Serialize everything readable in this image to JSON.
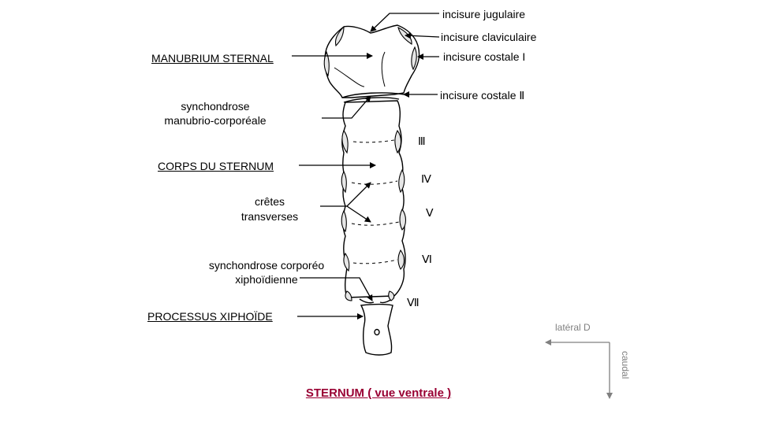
{
  "labels": {
    "incisure_jugulaire": "incisure jugulaire",
    "incisure_claviculaire": "incisure claviculaire",
    "incisure_costale_1": "incisure costale I",
    "incisure_costale_2": "incisure costale Ⅱ",
    "manubrium": "MANUBRIUM STERNAL",
    "synchondrose_mc_1": "synchondrose",
    "synchondrose_mc_2": "manubrio-corporéale",
    "corps": "CORPS DU STERNUM",
    "cretes_1": "crêtes",
    "cretes_2": "transverses",
    "synchondrose_cx_1": "synchondrose  corporéo",
    "synchondrose_cx_2": "xiphoïdienne",
    "processus": "PROCESSUS XIPHOÏDE",
    "roman_3": "Ⅲ",
    "roman_4": "Ⅳ",
    "roman_5": "Ⅴ",
    "roman_6": "Ⅵ",
    "roman_7": "Ⅶ"
  },
  "orientation": {
    "lateral": "latéral D",
    "caudal": "caudal"
  },
  "caption": "STERNUM ( vue ventrale )",
  "colors": {
    "caption": "#990033",
    "orientation": "#808080"
  }
}
